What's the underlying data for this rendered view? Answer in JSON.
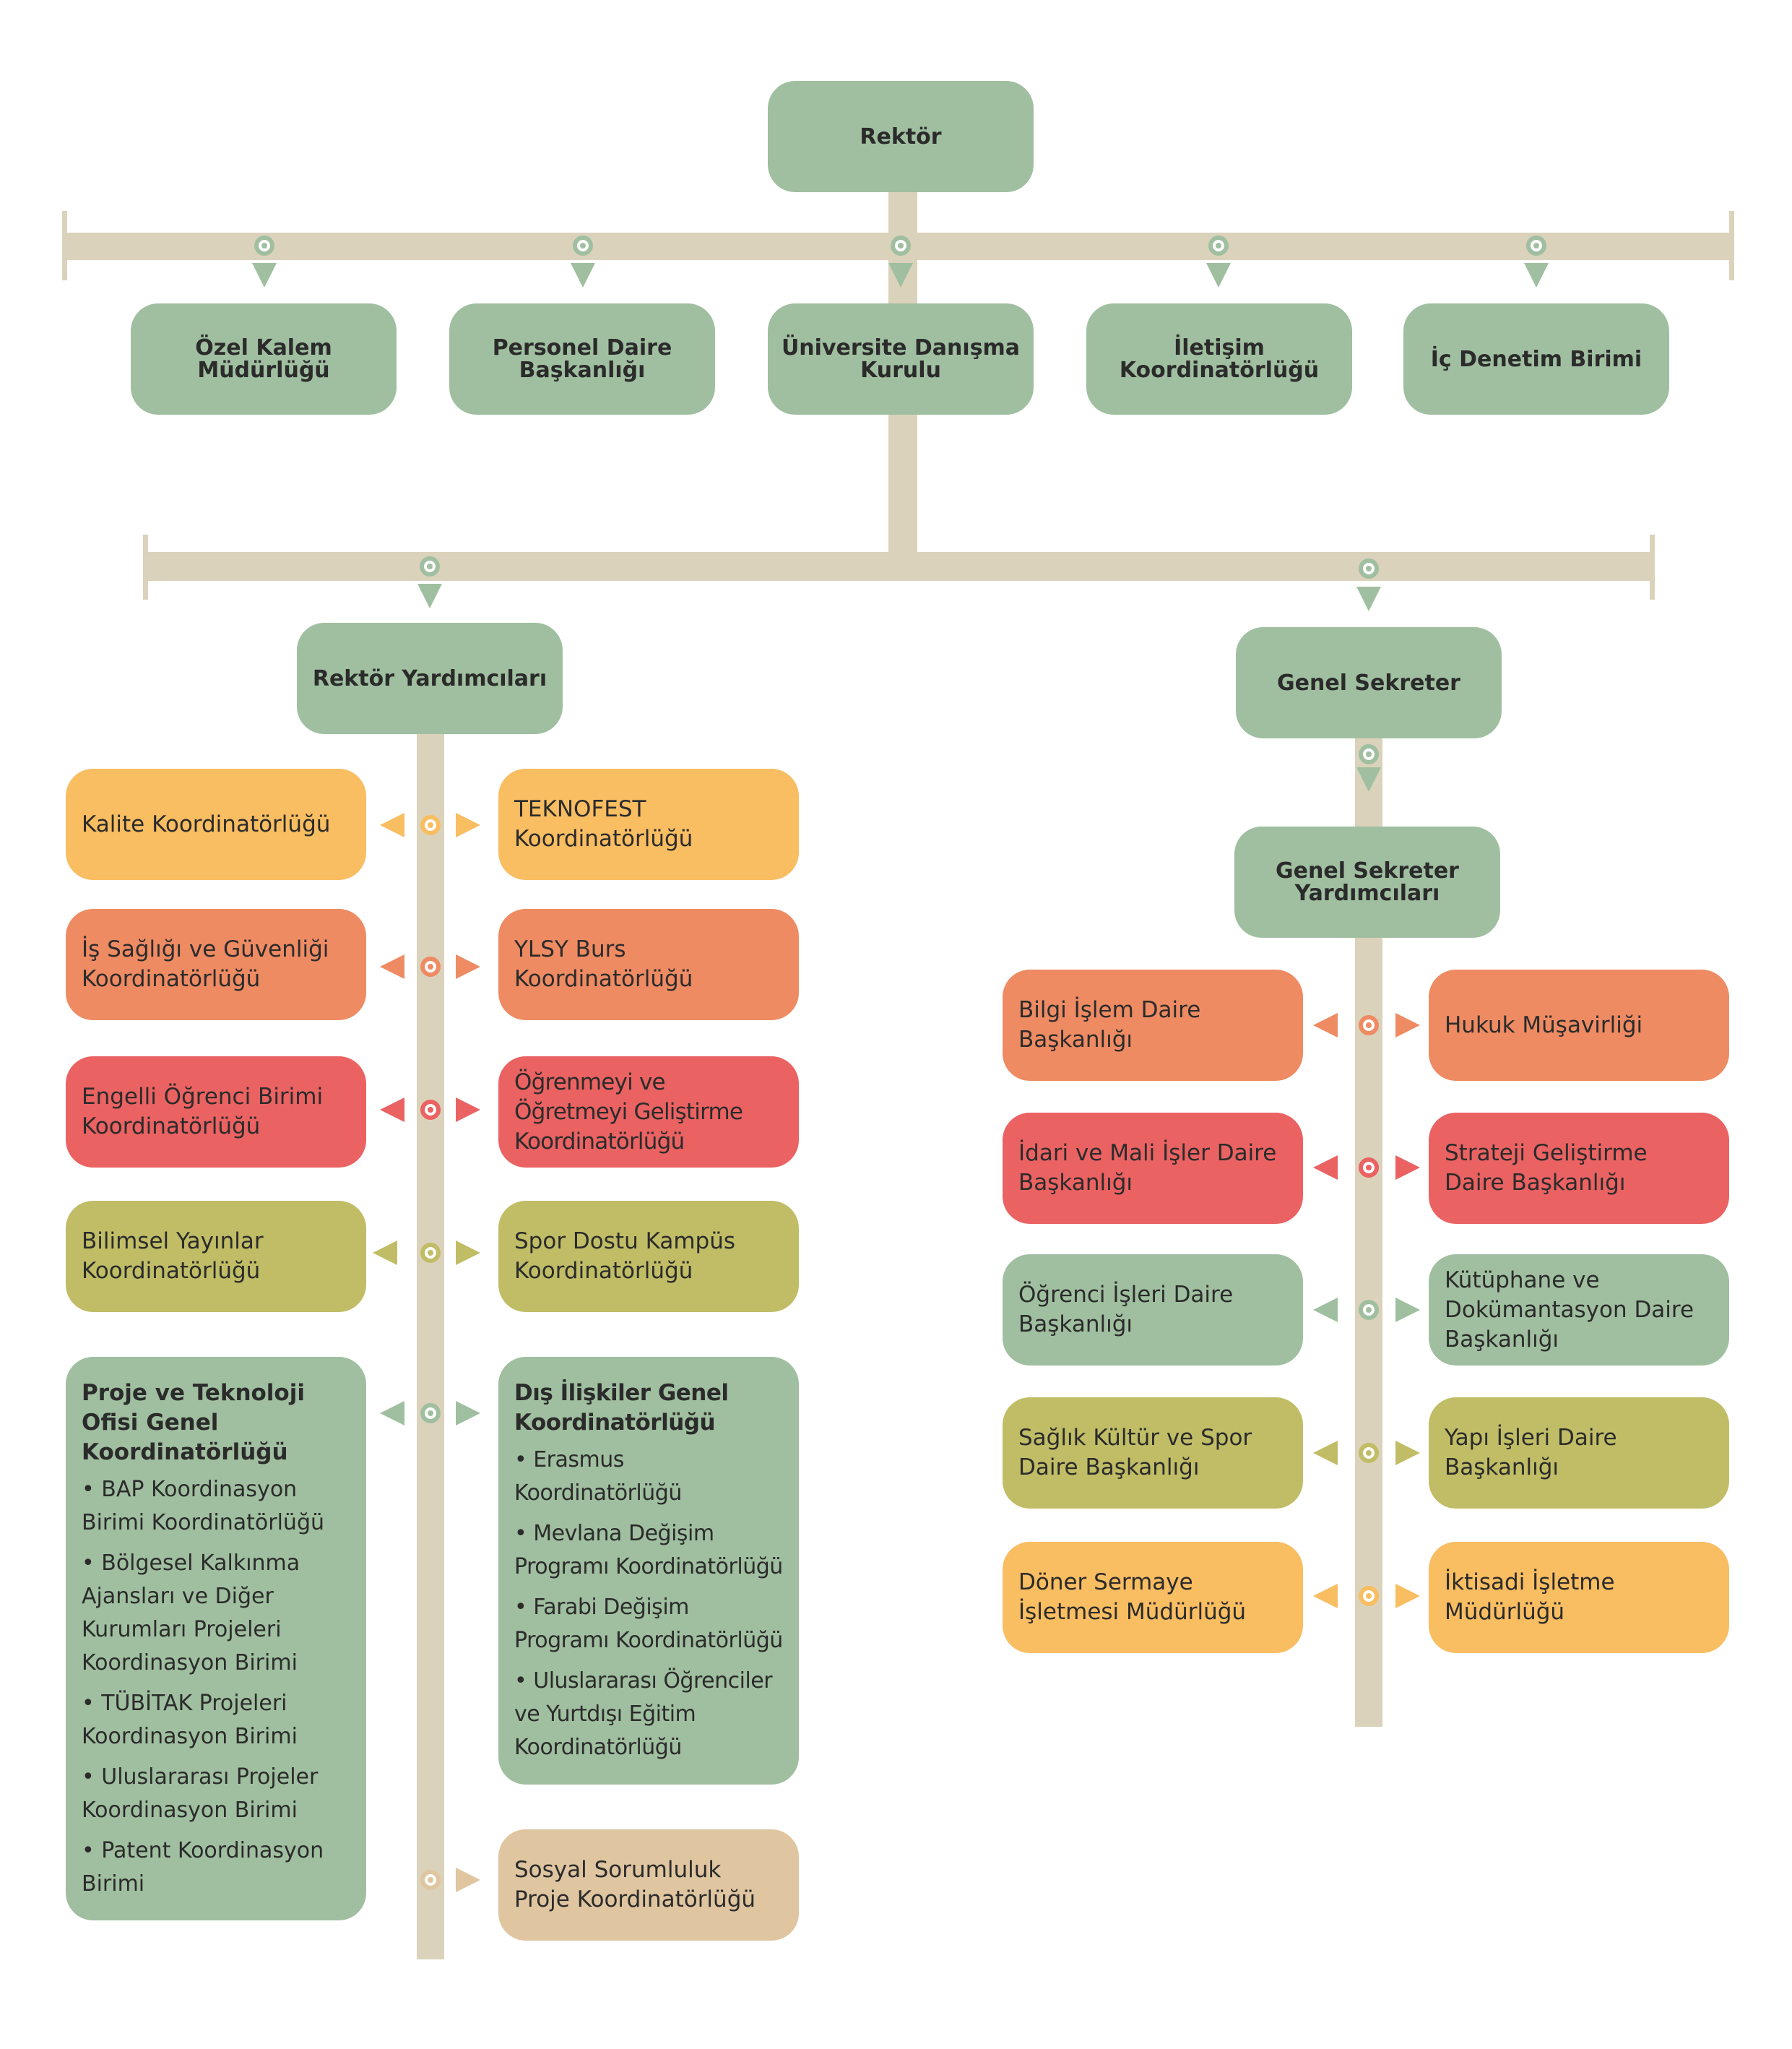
{
  "rektor": "Rektör",
  "top_units": [
    "Özel Kalem Müdürlüğü",
    "Personel Daire Başkanlığı",
    "Üniversite Danışma Kurulu",
    "İletişim Koordinatörlüğü",
    "İç Denetim Birimi"
  ],
  "rektor_yardimcilari": "Rektör Yardımcıları",
  "genel_sekreter": "Genel Sekreter",
  "genel_sekreter_yardimcilari": "Genel Sekreter Yardımcıları",
  "left_col": [
    "Kalite Koordinatörlüğü",
    "İş Sağlığı ve Güvenliği Koordinatörlüğü",
    "Engelli Öğrenci  Birimi Koordinatörlüğü",
    "Bilimsel Yayınlar Koordinatörlüğü"
  ],
  "mid_col": [
    "TEKNOFEST Koordinatörlüğü",
    "YLSY Burs Koordinatörlüğü",
    "Öğrenmeyi ve Öğretmeyi Geliştirme Koordinatörlüğü",
    "Spor Dostu Kampüs Koordinatörlüğü"
  ],
  "proje_ofisi": {
    "title": "Proje ve Teknoloji Ofisi Genel Koordinatörlüğü",
    "items": [
      "• BAP Koordinasyon Birimi  Koordinatörlüğü",
      "• Bölgesel Kalkınma Ajansları ve Diğer Kurumları Projeleri Koordinasyon Birimi",
      "• TÜBİTAK Projeleri Koordinasyon Birimi",
      "• Uluslararası Projeler Koordinasyon Birimi",
      "• Patent Koordinasyon Birimi"
    ]
  },
  "dis_iliskiler": {
    "title": "Dış İlişkiler Genel Koordinatörlüğü",
    "items": [
      "• Erasmus Koordinatörlüğü",
      "• Mevlana Değişim Programı Koordinatörlüğü",
      "• Farabi Değişim Programı Koordinatörlüğü",
      "• Uluslararası Öğrenciler ve Yurtdışı Eğitim Koordinatörlüğü"
    ]
  },
  "sosyal_sorumluluk": "Sosyal Sorumluluk Proje Koordinatörlüğü",
  "gs_left": [
    "Bilgi İşlem Daire Başkanlığı",
    "İdari ve Mali İşler Daire Başkanlığı",
    "Öğrenci İşleri Daire Başkanlığı",
    "Sağlık Kültür ve Spor Daire Başkanlığı",
    "Döner Sermaye İşletmesi Müdürlüğü"
  ],
  "gs_right": [
    "Hukuk Müşavirliği",
    "Strateji Geliştirme Daire Başkanlığı",
    "Kütüphane ve Dokümantasyon Daire Başkanlığı",
    "Yapı İşleri Daire Başkanlığı",
    "İktisadi İşletme Müdürlüğü"
  ],
  "colors": {
    "connector": "#dbd2bb",
    "green": "#a0bfa0",
    "yellow": "#f9bd62",
    "orange": "#ee8b63",
    "red": "#ea6262",
    "olive": "#c0bd66",
    "tan": "#dfc5a0"
  }
}
